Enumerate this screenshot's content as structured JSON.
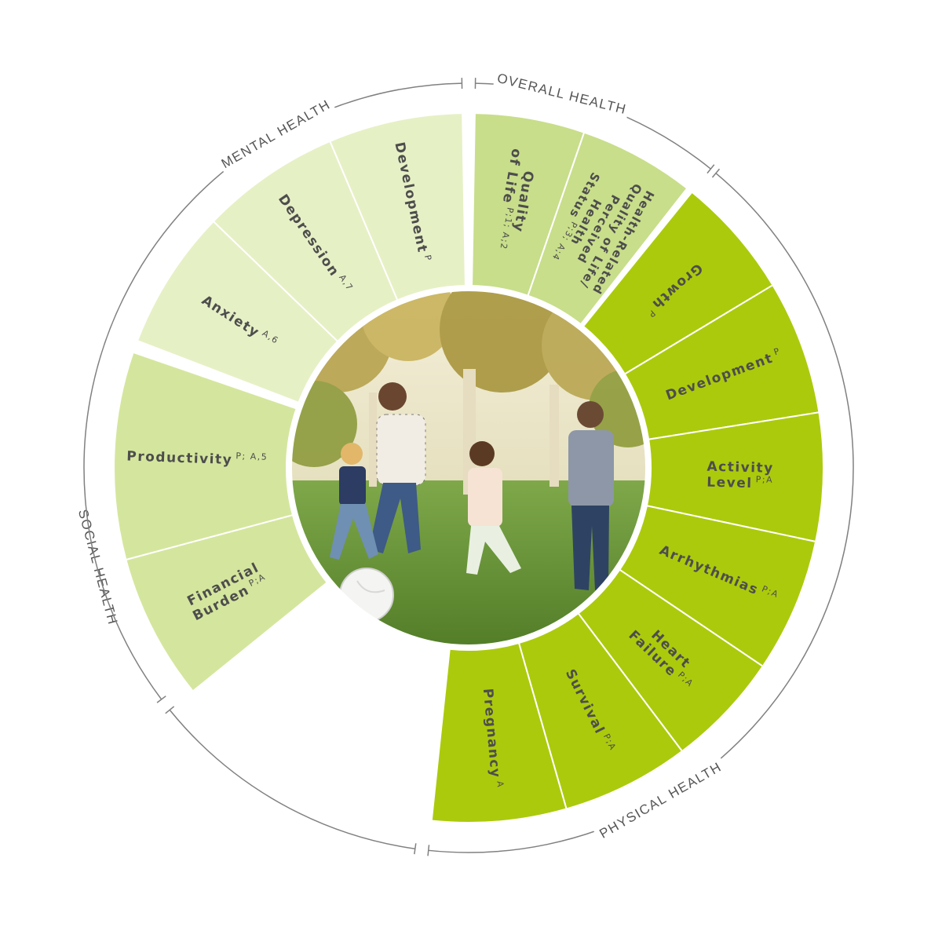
{
  "colors": {
    "overall": "#c8de8a",
    "mental": "#e6f0c5",
    "social": "#d4e69d",
    "physical": "#acca0c",
    "text": "#4d4d4d",
    "ring": "#808080"
  },
  "domains": [
    {
      "id": "overall",
      "label": "OVERALL HEALTH"
    },
    {
      "id": "physical",
      "label": "PHYSICAL HEALTH"
    },
    {
      "id": "social",
      "label": "SOCIAL HEALTH"
    },
    {
      "id": "mental",
      "label": "MENTAL HEALTH"
    }
  ],
  "segments": [
    {
      "domain": "overall",
      "lines": [
        "Quality",
        "of Life"
      ],
      "sup": "P;1; A;2"
    },
    {
      "domain": "overall",
      "lines": [
        "Health-Related",
        "Quality of Life/",
        "Perceived",
        "Health",
        "Status"
      ],
      "sup": "P;3; A;4"
    },
    {
      "domain": "physical",
      "lines": [
        "Growth"
      ],
      "sup": "P"
    },
    {
      "domain": "physical",
      "lines": [
        "Development"
      ],
      "sup": "P"
    },
    {
      "domain": "physical",
      "lines": [
        "Activity",
        "Level"
      ],
      "sup": "P;A"
    },
    {
      "domain": "physical",
      "lines": [
        "Arrhythmias"
      ],
      "sup": "P;A"
    },
    {
      "domain": "physical",
      "lines": [
        "Heart",
        "Failure"
      ],
      "sup": "P;A"
    },
    {
      "domain": "physical",
      "lines": [
        "Survival"
      ],
      "sup": "P;A"
    },
    {
      "domain": "physical",
      "lines": [
        "Pregnancy"
      ],
      "sup": "A"
    },
    {
      "domain": "social",
      "lines": [
        "Financial",
        "Burden"
      ],
      "sup": "P;A"
    },
    {
      "domain": "social",
      "lines": [
        "Productivity"
      ],
      "sup": "P; A,5"
    },
    {
      "domain": "mental",
      "lines": [
        "Anxiety"
      ],
      "sup": "A,6"
    },
    {
      "domain": "mental",
      "lines": [
        "Depression"
      ],
      "sup": "A,7"
    },
    {
      "domain": "mental",
      "lines": [
        "Development"
      ],
      "sup": "P"
    }
  ],
  "photo": {
    "description_icon": "family-playing-soccer-photo"
  }
}
